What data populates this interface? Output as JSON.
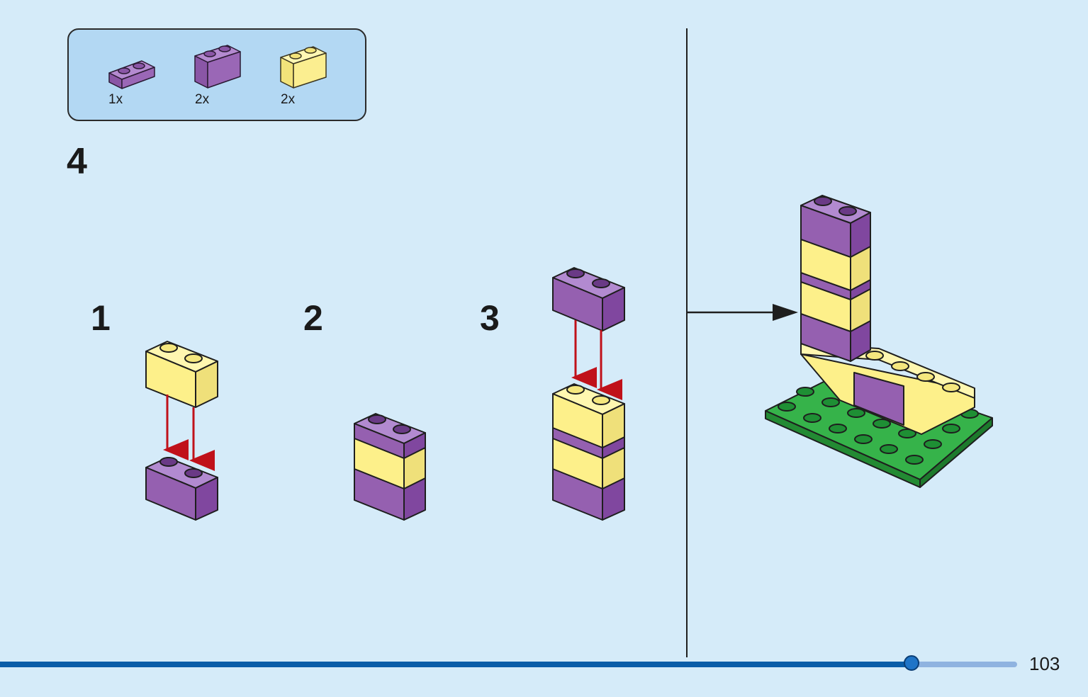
{
  "parts_list": [
    {
      "name": "purple-plate-1x2",
      "qty": "1x"
    },
    {
      "name": "purple-brick-1x2",
      "qty": "2x"
    },
    {
      "name": "yellow-brick-1x2",
      "qty": "2x"
    }
  ],
  "step": {
    "number": "4"
  },
  "substeps": [
    {
      "number": "1"
    },
    {
      "number": "2"
    },
    {
      "number": "3"
    }
  ],
  "progress": {
    "fraction": 0.896
  },
  "page": {
    "number": "103"
  },
  "colors": {
    "background": "#d5ebf9",
    "purple": "#9560b0",
    "yellow": "#fdf08a",
    "green": "#2fa33f",
    "arrow_red": "#c0111a",
    "progress_dark": "#0a5da8",
    "progress_light": "#8fb3e0"
  }
}
